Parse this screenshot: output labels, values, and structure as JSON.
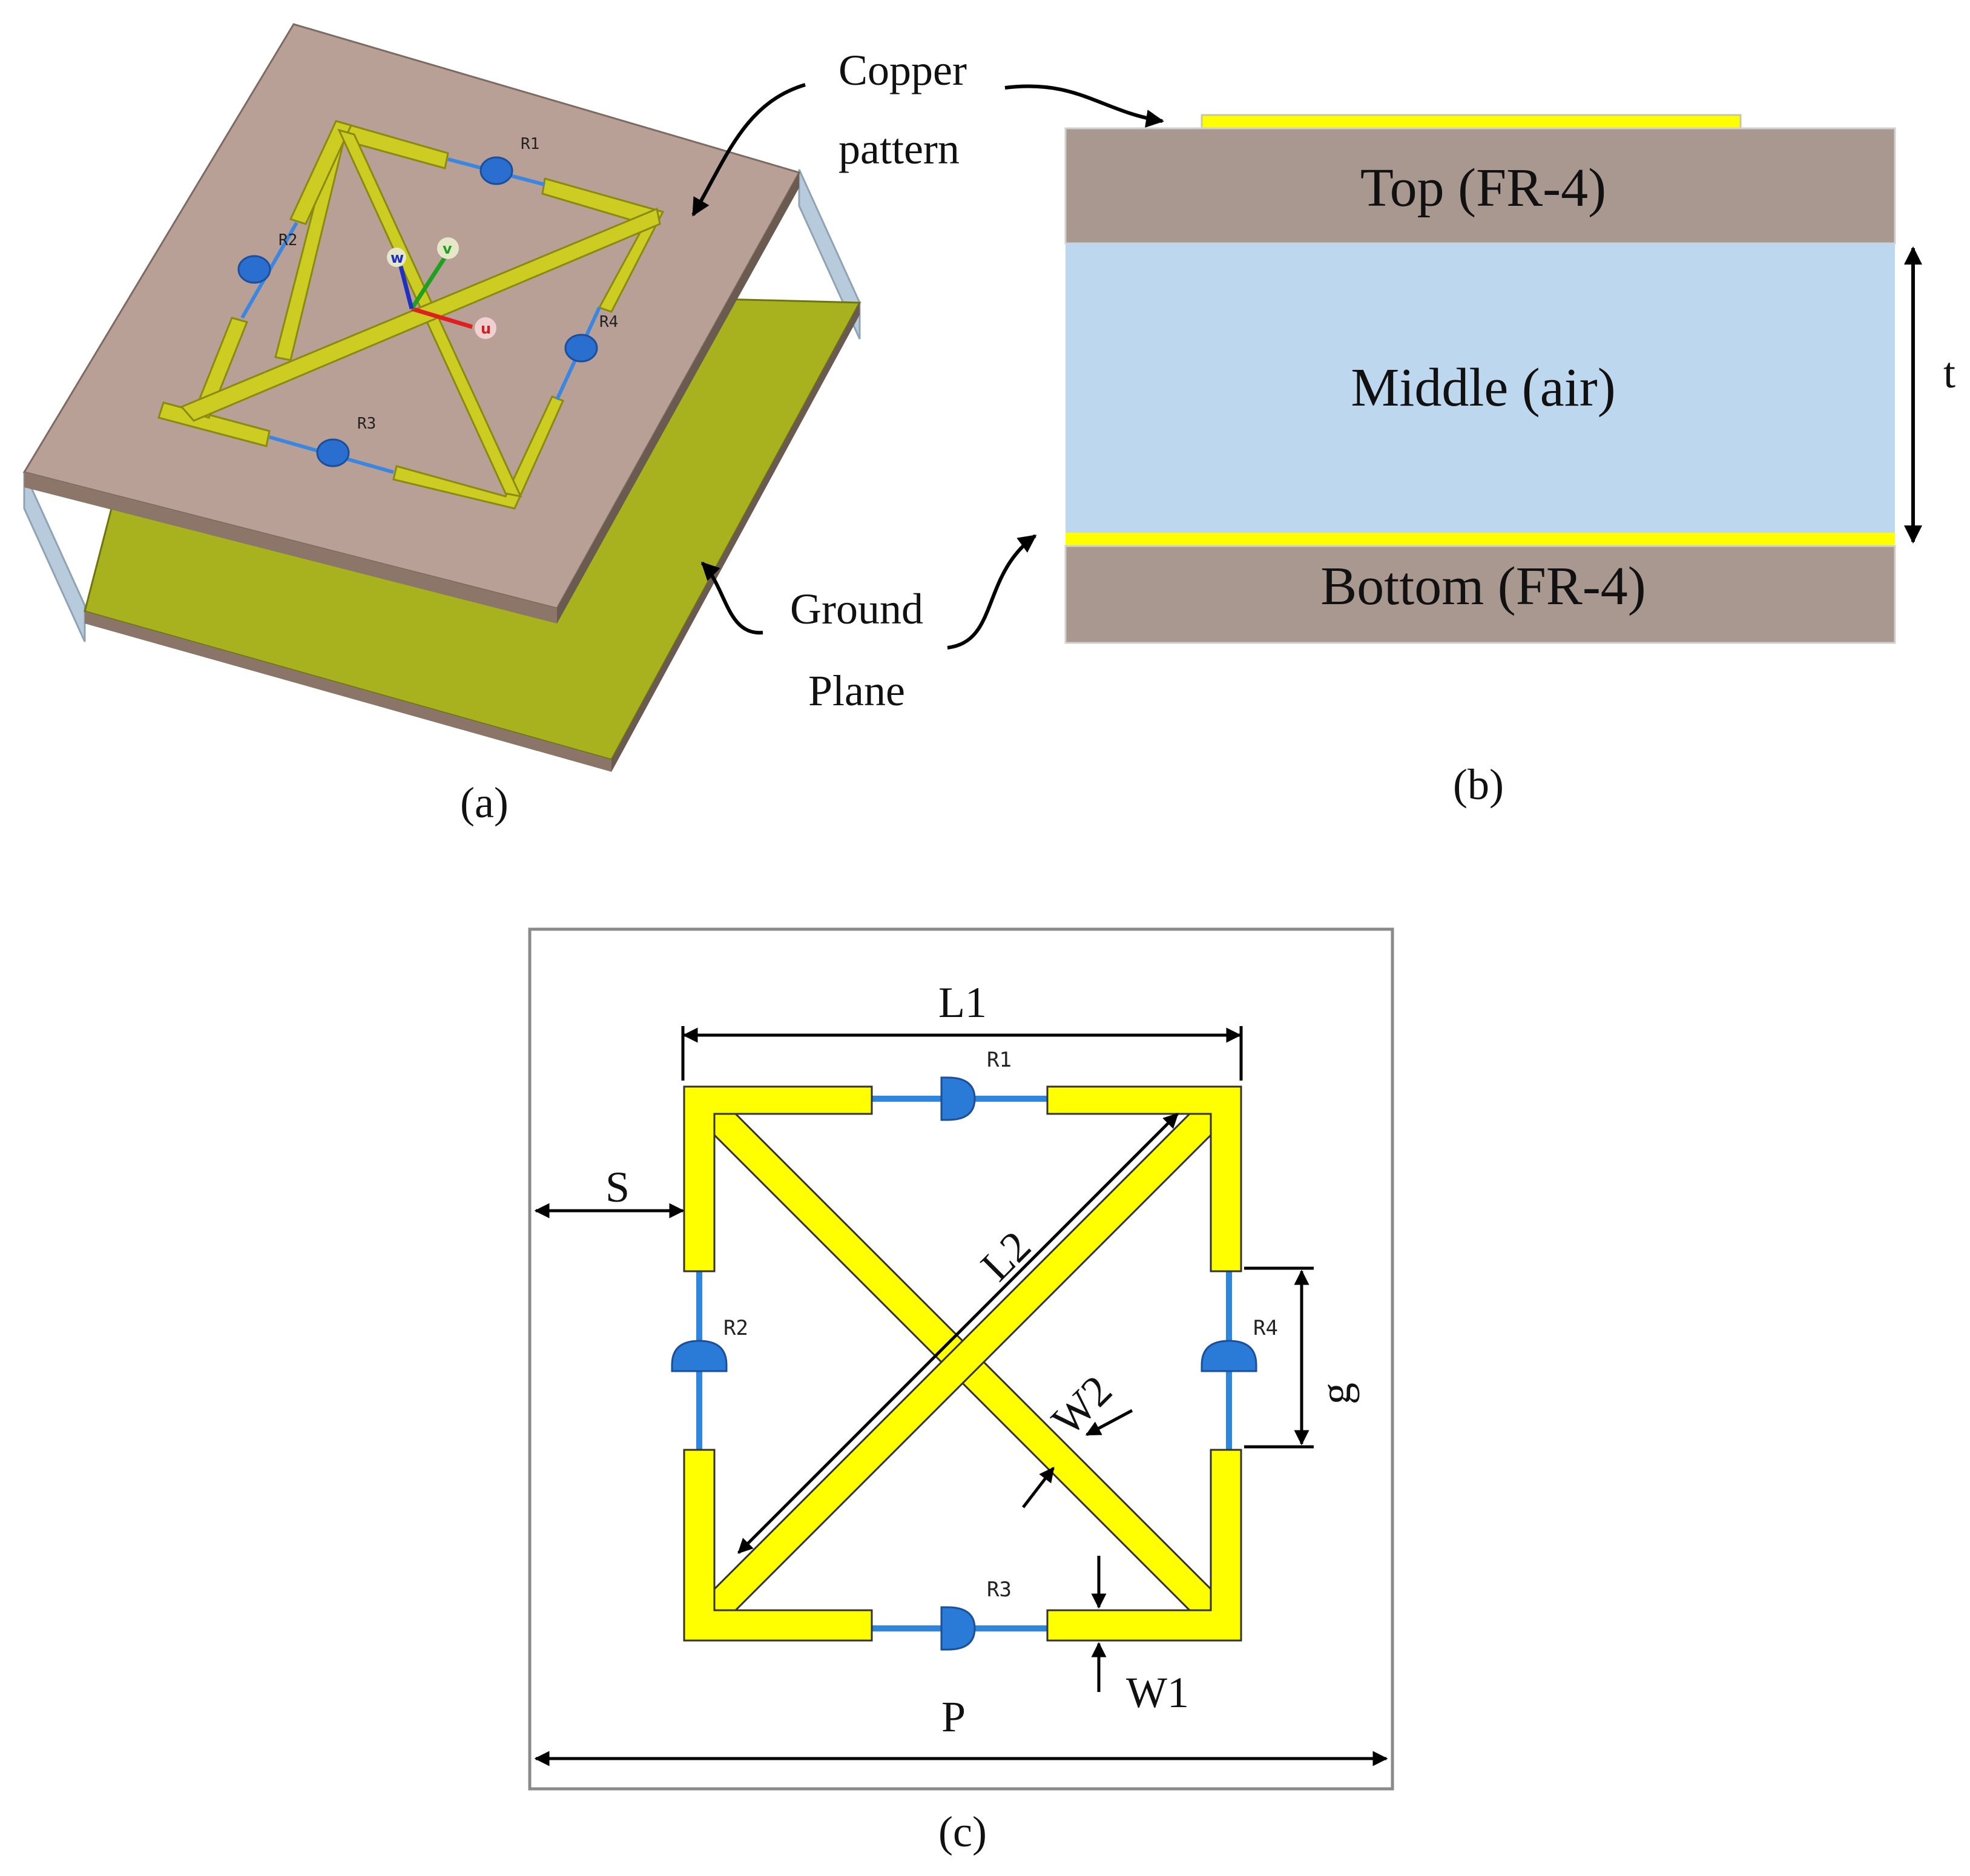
{
  "panel_a": {
    "resistors": [
      "R1",
      "R2",
      "R3",
      "R4"
    ],
    "axes": [
      "u",
      "v",
      "w"
    ],
    "callout_copper": [
      "Copper",
      "pattern"
    ],
    "callout_ground": [
      "Ground",
      "Plane"
    ],
    "caption": "(a)"
  },
  "panel_b": {
    "layers": {
      "top": "Top (FR-4)",
      "middle": "Middle (air)",
      "bottom": "Bottom (FR-4)"
    },
    "thickness": "t",
    "caption": "(b)"
  },
  "panel_c": {
    "dimensions": {
      "l1": "L1",
      "l2": "L2",
      "s": "S",
      "g": "g",
      "w1": "W1",
      "w2": "W2",
      "p": "P"
    },
    "resistors": [
      "R1",
      "R2",
      "R3",
      "R4"
    ],
    "caption": "(c)"
  },
  "colors": {
    "copper": "#ffff00",
    "copper_3d": "#cccc22",
    "ground_plane": "#a8b21e",
    "fr4": "#a89890",
    "air": "#bdd7ee",
    "resistor": "#2e86de",
    "arrow": "#000000"
  }
}
